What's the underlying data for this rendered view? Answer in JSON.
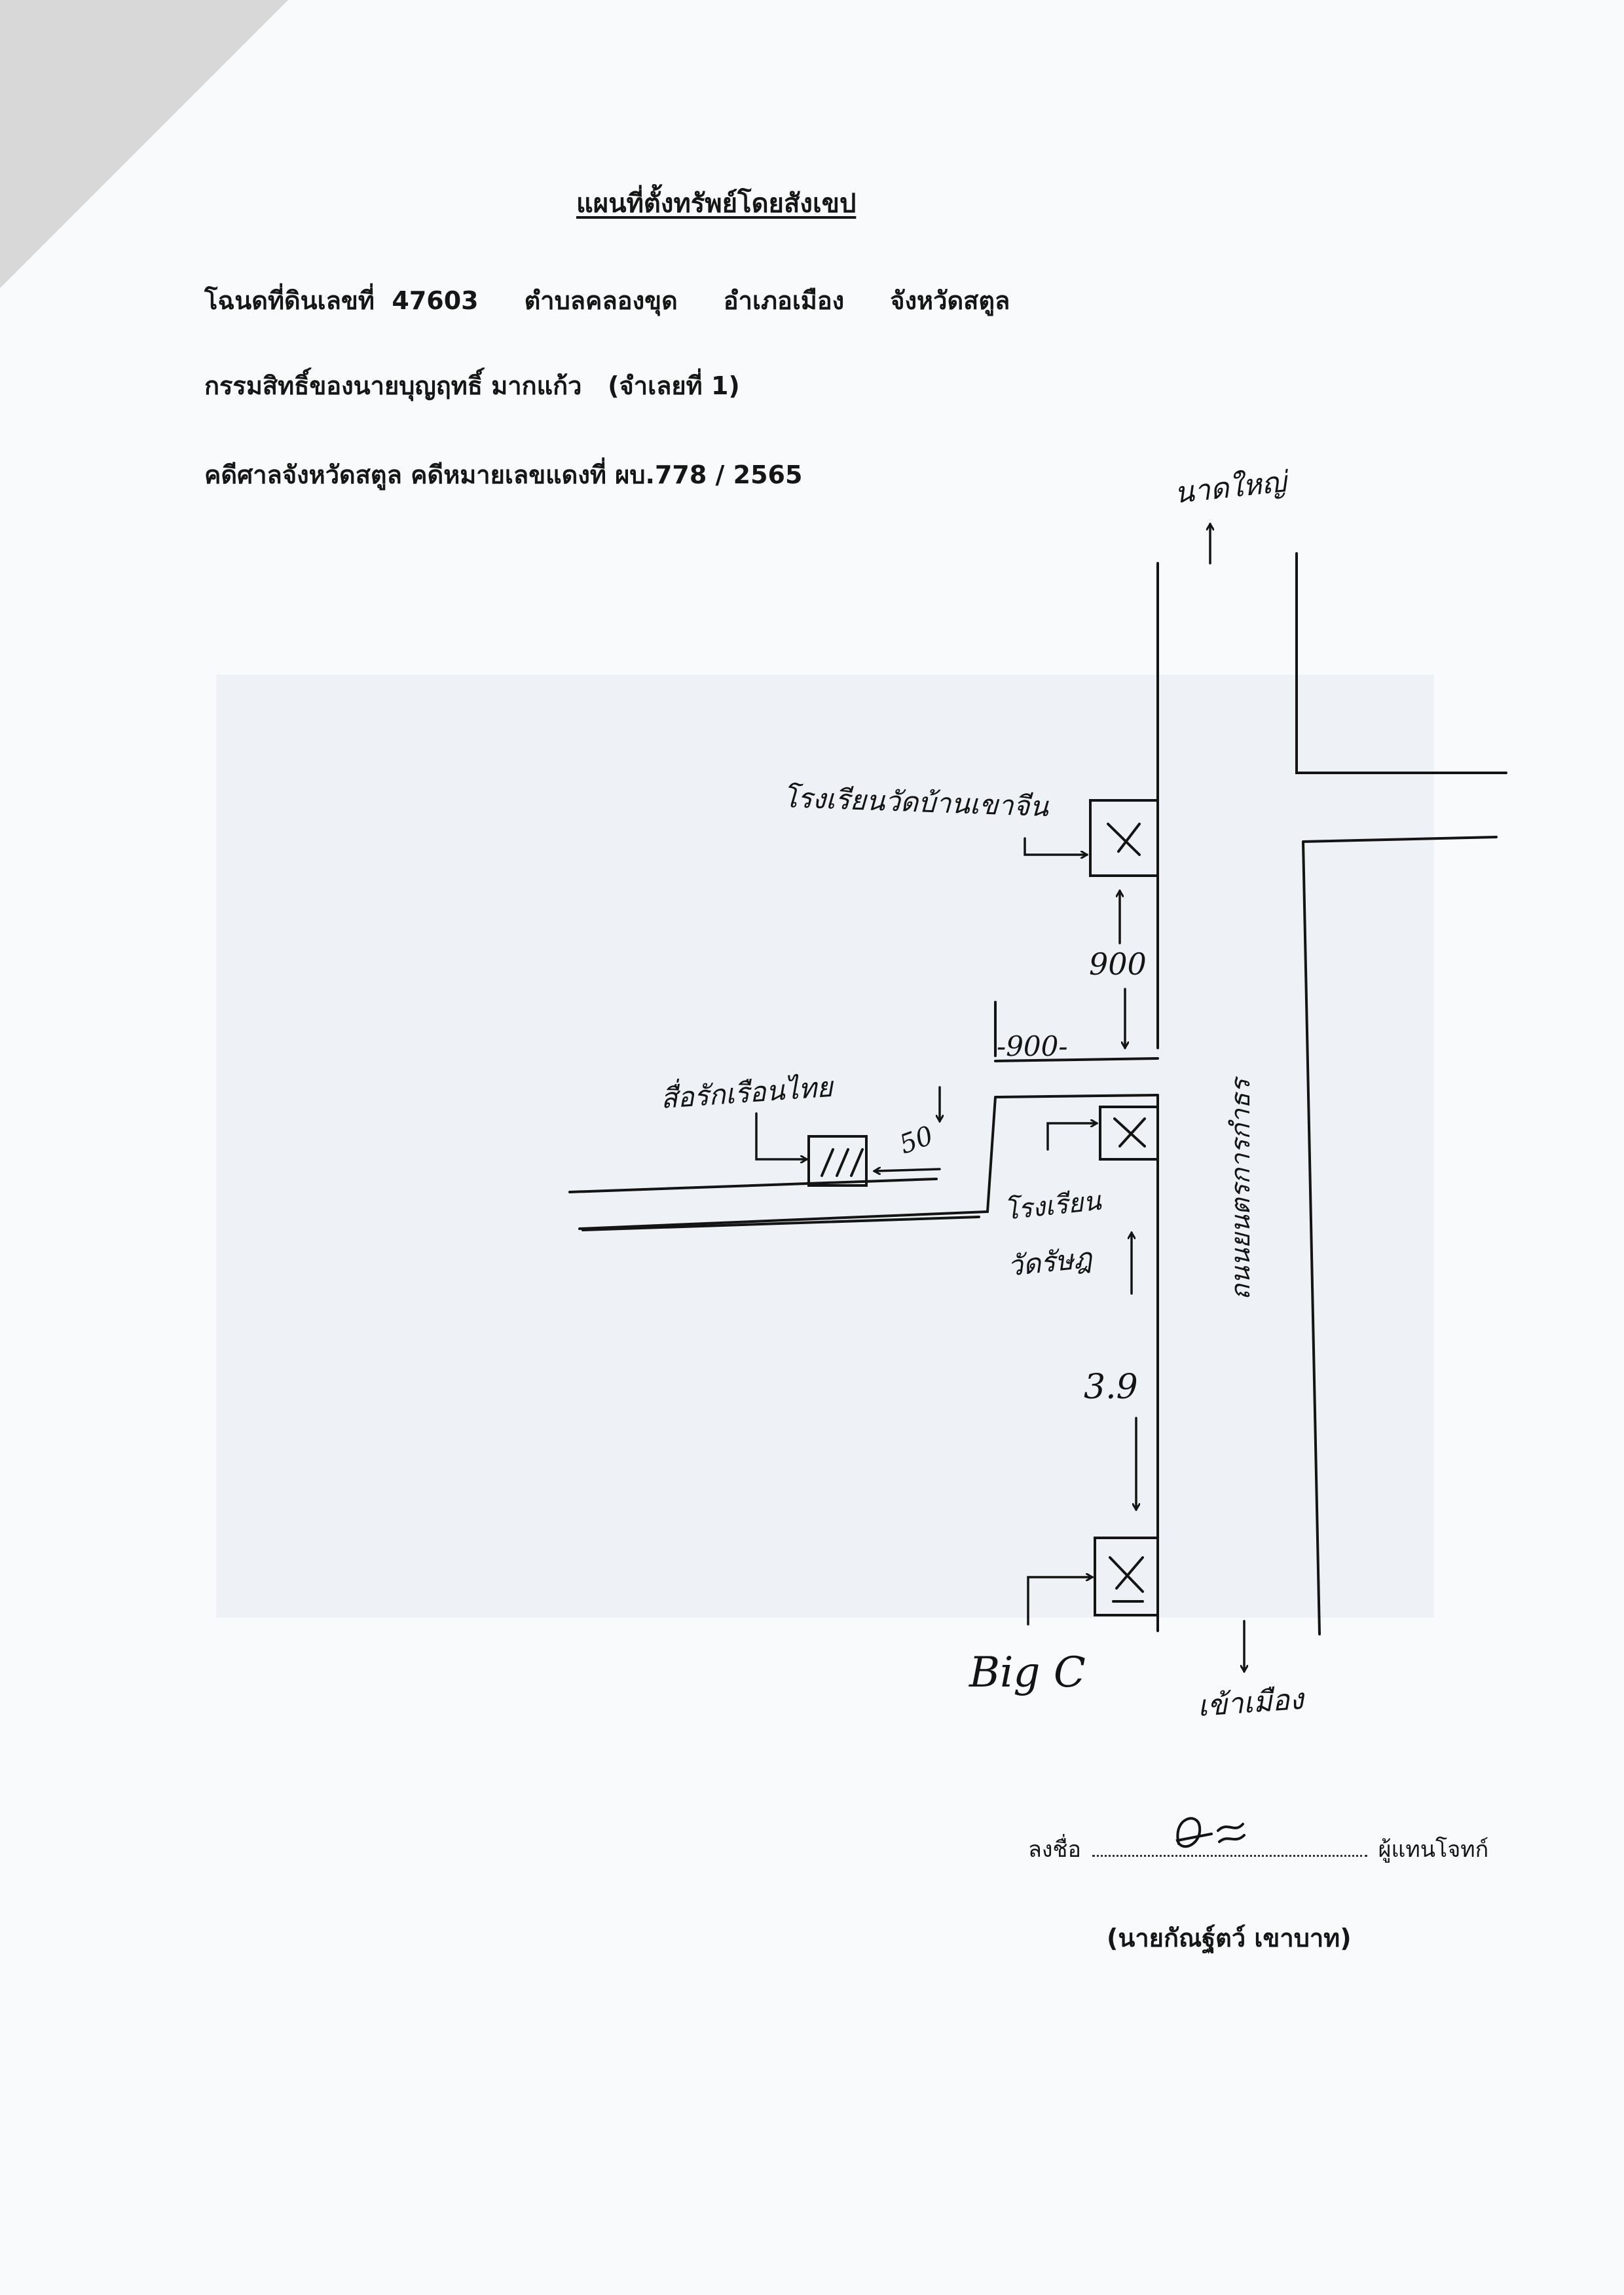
{
  "document": {
    "title": "แผนที่ตั้งทรัพย์โดยสังเขป",
    "deed_label": "โฉนดที่ดินเลขที่",
    "deed_number": "47603",
    "subdistrict": "ตำบลคลองขุด",
    "district": "อำเภอเมือง",
    "province": "จังหวัดสตูล",
    "ownership": "กรรมสิทธิ์ของนายบุญฤทธิ์ มากแก้ว",
    "pledge": "(จำเลยที่ 1)",
    "court_case": "คดีศาลจังหวัดสตูล คดีหมายเลขแดงที่ ผบ.778 / 2565"
  },
  "map": {
    "label_north": "นาดใหญ่",
    "label_school": "โรงเรียนวัดบ้านเขาจีน",
    "label_shop": "สื่อรักเรือนไทย",
    "label_temple1": "โรงเรียน",
    "label_temple2": "วัดรัษฎ",
    "label_road": "ถนนยนตรการกำธร",
    "label_south": "เข้าเมือง",
    "label_bigc": "Big C",
    "dist_top": "900",
    "dist_mid": "-900-",
    "dist_small": "50",
    "dist_bottom": "3.9"
  },
  "signature": {
    "sign_label": "ลงชื่อ",
    "role": "ผู้แทนโจทก์",
    "signer_name": "(นายกัณฐ์ตว์ เขาบาท)"
  }
}
